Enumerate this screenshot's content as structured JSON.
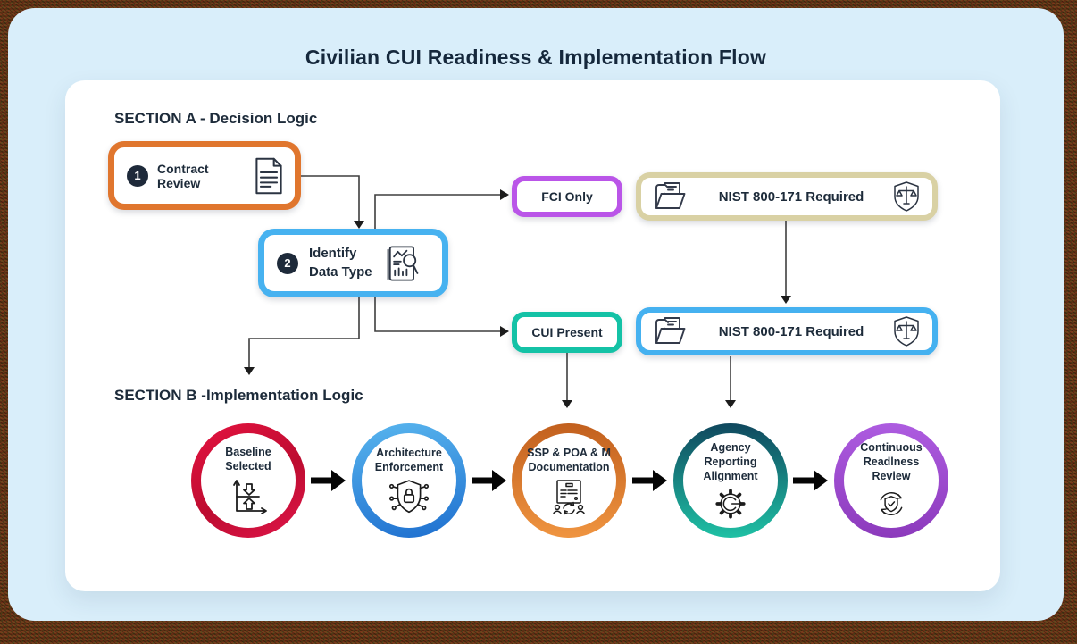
{
  "title": "Civilian CUI Readiness & Implementation Flow",
  "colors": {
    "background": "#d9eefa",
    "card": "#ffffff",
    "text_dark": "#1d2b3a",
    "connector": "#3e3e3e",
    "accent_orange": "#e0762e",
    "accent_blue": "#47b2f0",
    "accent_purple": "#ba55e8",
    "accent_tan": "#d9d1a4",
    "accent_teal": "#14c2a6",
    "ring_red": "#d4103a",
    "ring_blue": "#2e8fdf",
    "ring_orange": "#d9782f",
    "ring_teal": "#178a84",
    "ring_purple": "#9c4bce"
  },
  "section_a": {
    "heading": "SECTION A - Decision Logic",
    "contract_review": {
      "number": "1",
      "label": "Contract Review"
    },
    "identify_data_type": {
      "number": "2",
      "line1": "Identify",
      "line2": "Data Type"
    },
    "fci_only": {
      "label": "FCI Only"
    },
    "nist_fci": {
      "label": "NIST 800-171 Required"
    },
    "cui_present": {
      "label": "CUI Present"
    },
    "nist_cui": {
      "label": "NIST 800-171 Required"
    }
  },
  "section_b": {
    "heading": "SECTION B -Implementation Logic",
    "steps": [
      {
        "line1": "Baseline",
        "line2": "Selected"
      },
      {
        "line1": "Architecture",
        "line2": "Enforcement"
      },
      {
        "line1": "SSP & POA & M",
        "line2": "Documentation"
      },
      {
        "line1": "Agency",
        "line2": "Reporting",
        "line3": "Alignment"
      },
      {
        "line1": "Continuous",
        "line2": "Readlness",
        "line3": "Review"
      }
    ]
  }
}
